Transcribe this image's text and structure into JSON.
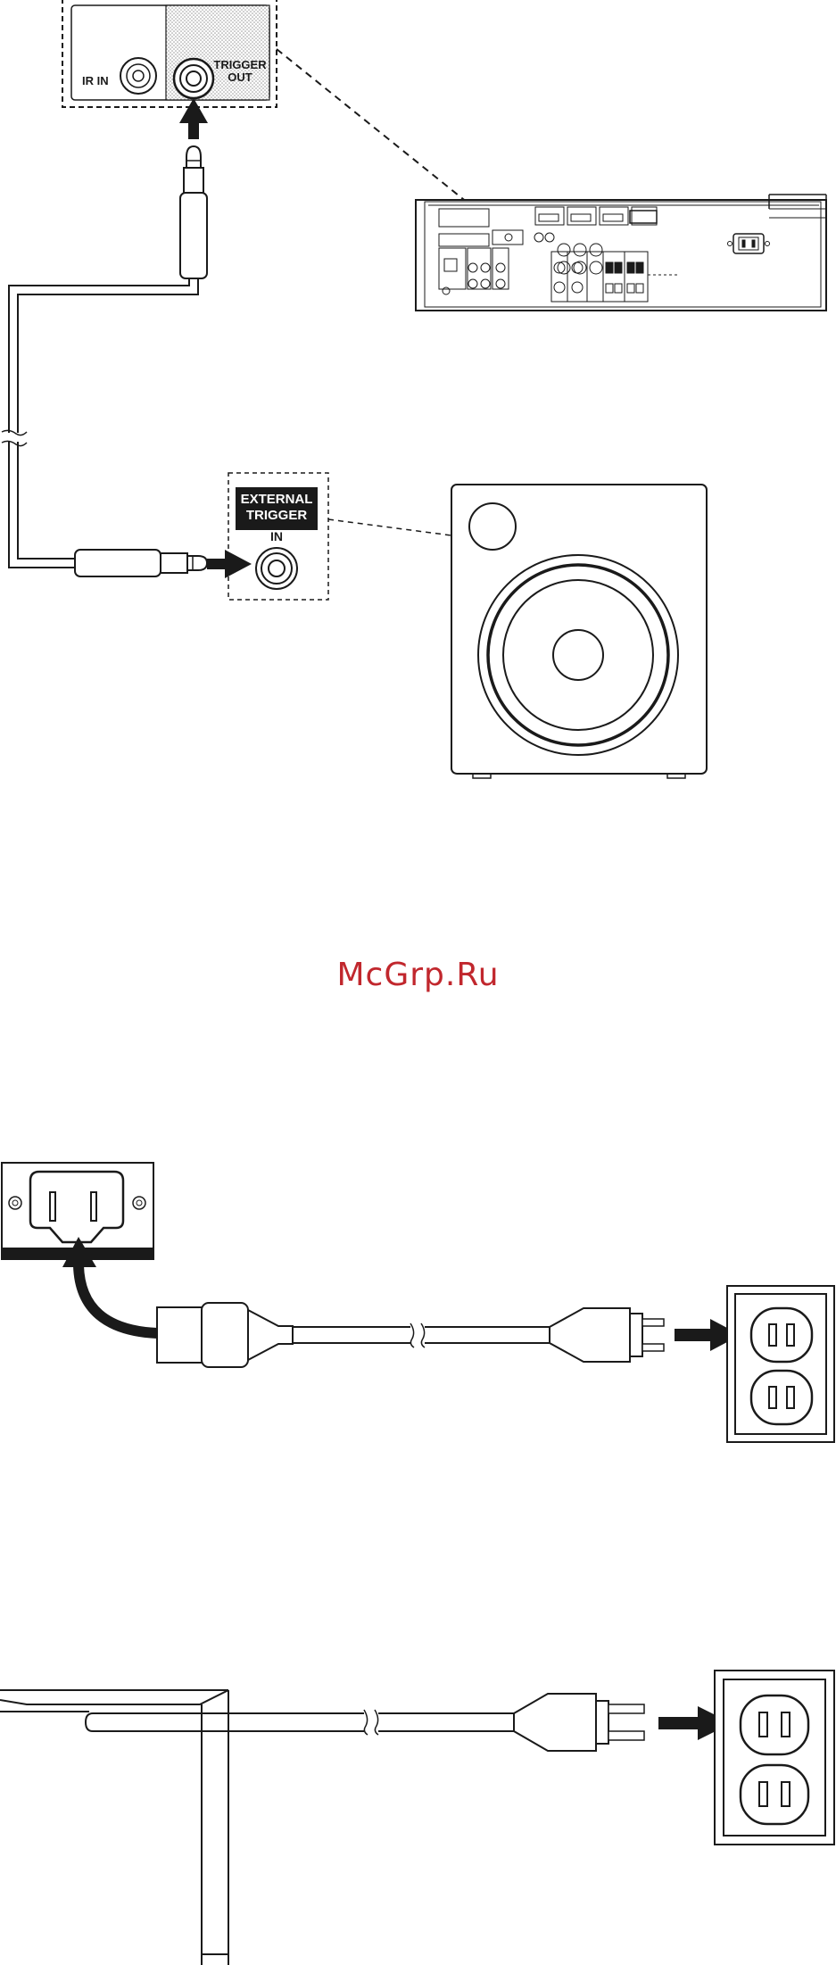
{
  "labels": {
    "ir_in": "IR IN",
    "trigger_out_line1": "TRIGGER",
    "trigger_out_line2": "OUT",
    "external_trigger_line1": "EXTERNAL",
    "external_trigger_line2": "TRIGGER",
    "trigger_in": "IN"
  },
  "watermark": "McGrp.Ru",
  "colors": {
    "line": "#1a1a1a",
    "watermark": "#c1272d",
    "stipple": "#bdbdbd"
  }
}
